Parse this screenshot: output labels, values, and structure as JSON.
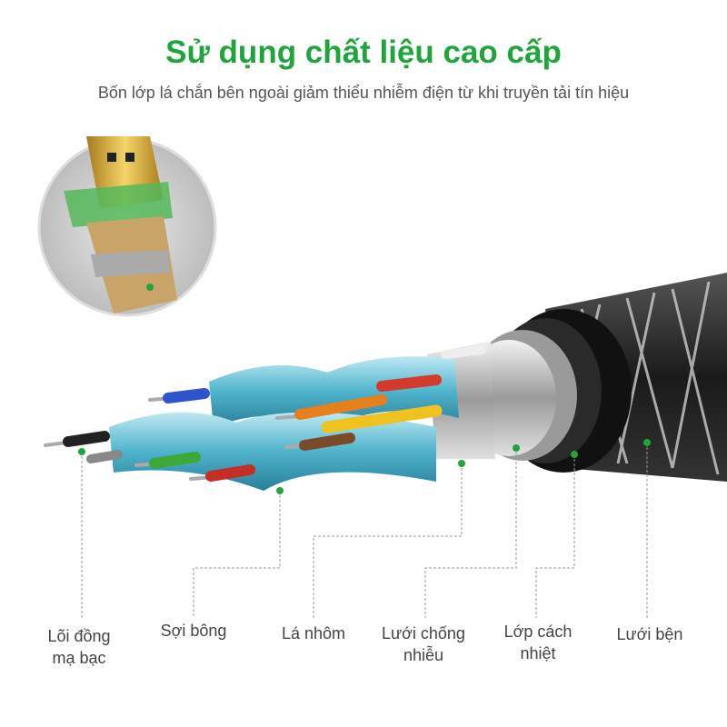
{
  "title": "Sử dụng chất liệu cao cấp",
  "subtitle": "Bốn lớp lá chắn bên ngoài giảm thiểu nhiễm điện từ khi truyền tải tín hiệu",
  "accent_color": "#1fa53b",
  "labels": [
    {
      "line1": "Lõi đồng",
      "line2": "mạ bạc"
    },
    {
      "line1": "Sợi bông",
      "line2": ""
    },
    {
      "line1": "Lá nhôm",
      "line2": ""
    },
    {
      "line1": "Lưới chống",
      "line2": "nhiễu"
    },
    {
      "line1": "Lớp cách",
      "line2": "nhiệt"
    },
    {
      "line1": "Lưới bện",
      "line2": ""
    }
  ]
}
